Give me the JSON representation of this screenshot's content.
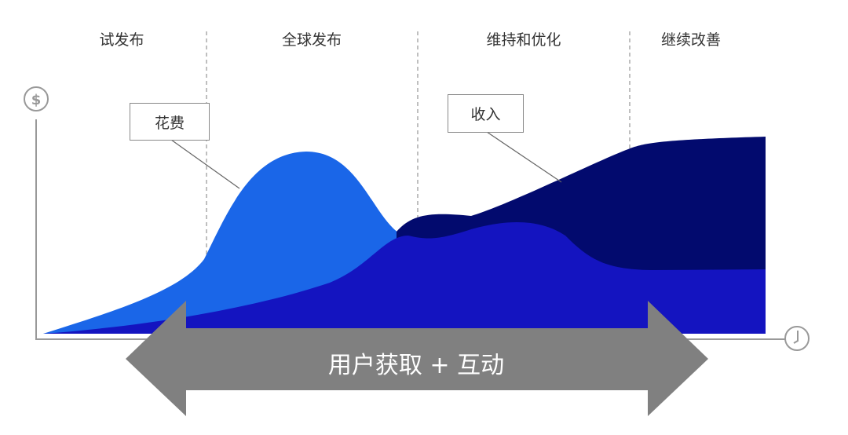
{
  "stages": [
    "试发布",
    "全球发布",
    "维持和优化",
    "继续改善"
  ],
  "callouts": {
    "spend": "花费",
    "revenue": "收入"
  },
  "arrow_label": "用户获取 + 互动",
  "axis_icons": {
    "y": "dollar-icon",
    "x": "clock-icon"
  },
  "colors": {
    "spend": "#1a66e8",
    "mid": "#1414c0",
    "revenue": "#020a6e",
    "arrow": "#808080"
  }
}
